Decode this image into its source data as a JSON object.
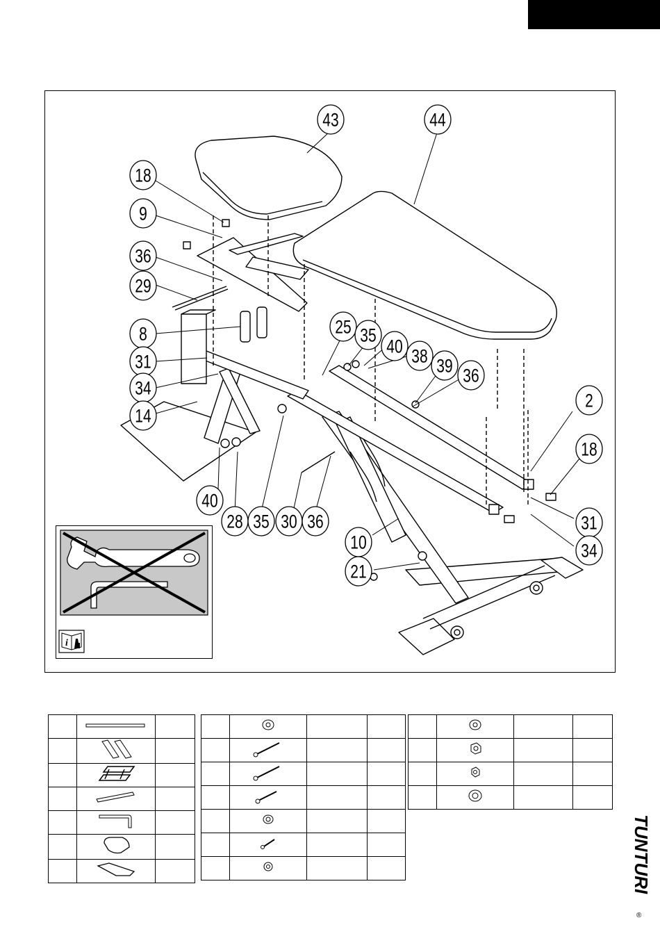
{
  "brand": {
    "logo_text": "TUNTURI",
    "registered": "®"
  },
  "diagram": {
    "callouts": [
      {
        "id": "c43",
        "label": "43"
      },
      {
        "id": "c44",
        "label": "44"
      },
      {
        "id": "c18a",
        "label": "18"
      },
      {
        "id": "c9",
        "label": "9"
      },
      {
        "id": "c36a",
        "label": "36"
      },
      {
        "id": "c29",
        "label": "29"
      },
      {
        "id": "c8",
        "label": "8"
      },
      {
        "id": "c31a",
        "label": "31"
      },
      {
        "id": "c34a",
        "label": "34"
      },
      {
        "id": "c14",
        "label": "14"
      },
      {
        "id": "c25",
        "label": "25"
      },
      {
        "id": "c35a",
        "label": "35"
      },
      {
        "id": "c40a",
        "label": "40"
      },
      {
        "id": "c38",
        "label": "38"
      },
      {
        "id": "c39",
        "label": "39"
      },
      {
        "id": "c36b",
        "label": "36"
      },
      {
        "id": "c2",
        "label": "2"
      },
      {
        "id": "c18b",
        "label": "18"
      },
      {
        "id": "c40b",
        "label": "40"
      },
      {
        "id": "c28",
        "label": "28"
      },
      {
        "id": "c35b",
        "label": "35"
      },
      {
        "id": "c30",
        "label": "30"
      },
      {
        "id": "c36c",
        "label": "36"
      },
      {
        "id": "c10",
        "label": "10"
      },
      {
        "id": "c21",
        "label": "21"
      },
      {
        "id": "c31b",
        "label": "31"
      },
      {
        "id": "c34b",
        "label": "34"
      }
    ]
  },
  "warning": {
    "info_letter": "i"
  },
  "parts_table": {
    "table1": [
      {
        "icon": "long-tube-part"
      },
      {
        "icon": "adjuster-plates-part"
      },
      {
        "icon": "seat-frame-part"
      },
      {
        "icon": "bar-part"
      },
      {
        "icon": "allen-key-part"
      },
      {
        "icon": "seat-pad-part"
      },
      {
        "icon": "backrest-pad-part"
      }
    ],
    "table2": [
      {
        "icon": "washer-part"
      },
      {
        "icon": "long-bolt-part"
      },
      {
        "icon": "medium-bolt-part"
      },
      {
        "icon": "bolt-part"
      },
      {
        "icon": "washer-part"
      },
      {
        "icon": "short-screw-part"
      },
      {
        "icon": "small-washer-part"
      }
    ],
    "table3": [
      {
        "icon": "washer-part"
      },
      {
        "icon": "lock-nut-part"
      },
      {
        "icon": "nut-part"
      },
      {
        "icon": "cap-nut-part"
      }
    ]
  }
}
